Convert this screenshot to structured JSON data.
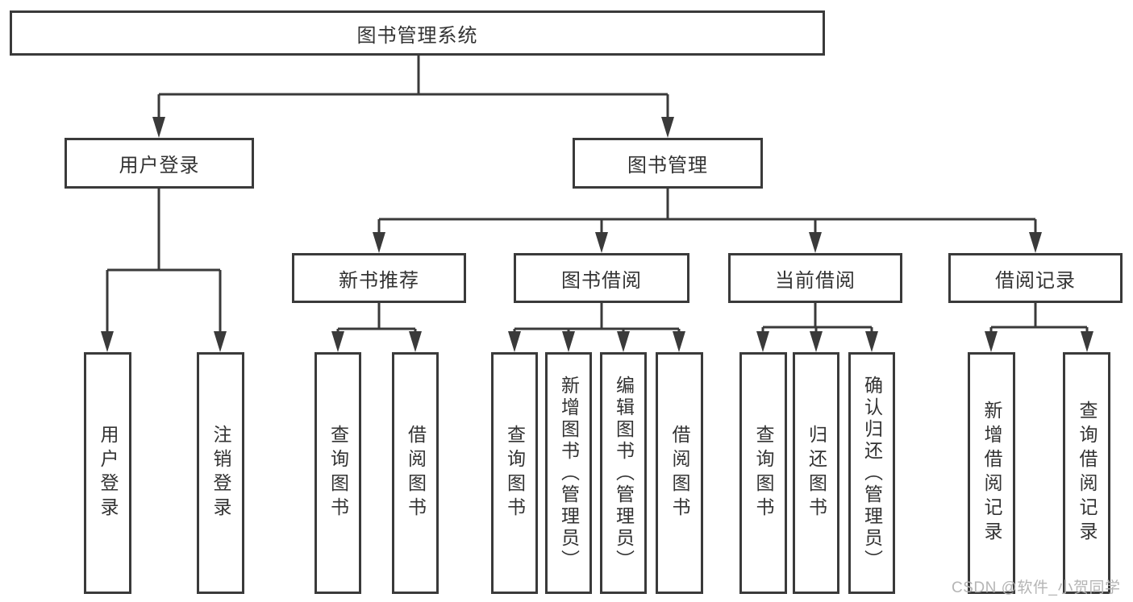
{
  "diagram": {
    "root": {
      "label": "图书管理系统"
    },
    "user_login_branch": {
      "label": "用户登录",
      "children": [
        {
          "label": "用户登录"
        },
        {
          "label": "注销登录"
        }
      ]
    },
    "book_mgmt_branch": {
      "label": "图书管理",
      "children": [
        {
          "label": "新书推荐",
          "children": [
            {
              "label": "查询图书"
            },
            {
              "label": "借阅图书"
            }
          ]
        },
        {
          "label": "图书借阅",
          "children": [
            {
              "label": "查询图书"
            },
            {
              "label": "新增图书（管理员）"
            },
            {
              "label": "编辑图书（管理员）"
            },
            {
              "label": "借阅图书"
            }
          ]
        },
        {
          "label": "当前借阅",
          "children": [
            {
              "label": "查询图书"
            },
            {
              "label": "归还图书"
            },
            {
              "label": "确认归还（管理员）"
            }
          ]
        },
        {
          "label": "借阅记录",
          "children": [
            {
              "label": "新增借阅记录"
            },
            {
              "label": "查询借阅记录"
            }
          ]
        }
      ]
    }
  },
  "watermark": {
    "text": "CSDN @软件_小贺同学"
  },
  "colors": {
    "line": "#3a3a3a",
    "text": "#333333",
    "watermark": "#b5b5b5",
    "background": "#ffffff"
  }
}
